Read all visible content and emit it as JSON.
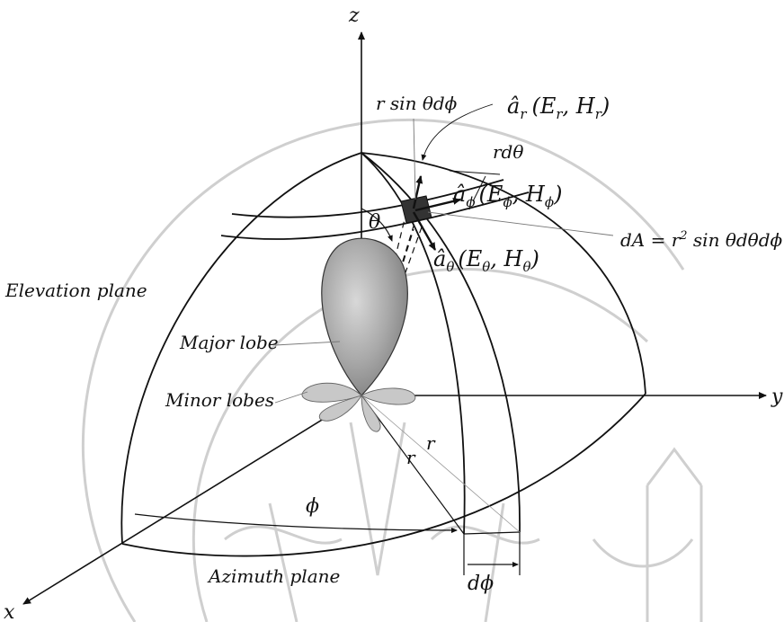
{
  "axes": {
    "z": "z",
    "y": "y",
    "x": "x"
  },
  "labels": {
    "r_sin_theta_dphi": "r sin θdϕ",
    "a_r": "â",
    "a_r_sub": "r",
    "a_r_fields": "(E",
    "a_r_fields_sub": "r",
    "a_r_fields_mid": ", H",
    "a_r_fields_sub2": "r",
    "a_r_fields_end": ")",
    "r_dtheta": "rdθ",
    "a_phi": "â",
    "a_phi_sub": "ϕ",
    "a_phi_fields": "(E",
    "a_phi_fields_sub": "ϕ",
    "a_phi_fields_mid": ", H",
    "a_phi_fields_sub2": "ϕ",
    "a_phi_fields_end": ")",
    "theta": "θ",
    "dA": "dA = r",
    "dA_sup": "2",
    "dA_rest": " sin θdθdϕ",
    "a_theta": "â",
    "a_theta_sub": "θ",
    "a_theta_fields": "(E",
    "a_theta_fields_sub": "θ",
    "a_theta_fields_mid": ", H",
    "a_theta_fields_sub2": "θ",
    "a_theta_fields_end": ")",
    "elevation_plane": "Elevation  plane",
    "major_lobe": "Major lobe",
    "minor_lobes": "Minor lobes",
    "r1": "r",
    "r2": "r",
    "phi": "ϕ",
    "d_phi": "dϕ",
    "azimuth_plane": "Azimuth  plane"
  },
  "colors": {
    "line": "#111111",
    "lobe_fill": "#a8a8a8",
    "watermark": "#cfcfcf"
  }
}
